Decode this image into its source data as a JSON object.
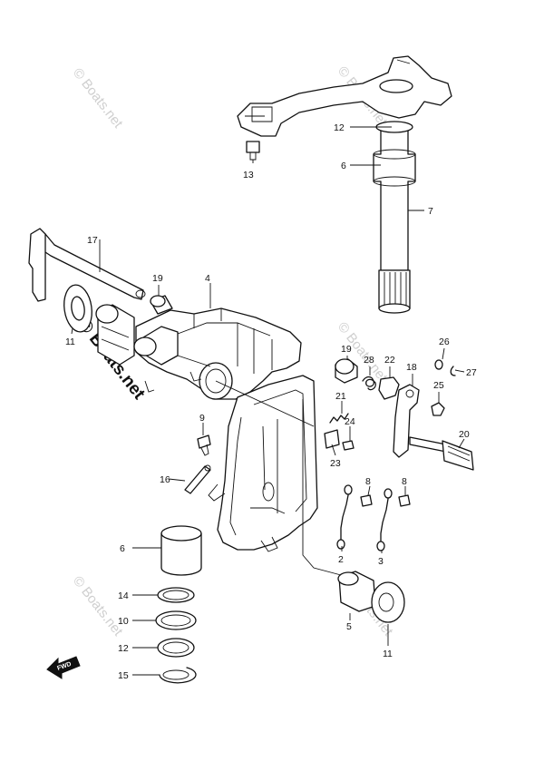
{
  "diagram": {
    "callouts": {
      "c13": "13",
      "c12a": "12",
      "c6a": "6",
      "c7": "7",
      "c17": "17",
      "c19a": "19",
      "c4": "4",
      "c11a": "11",
      "c19b": "19",
      "c28": "28",
      "c22": "22",
      "c18": "18",
      "c26": "26",
      "c27": "27",
      "c25": "25",
      "c21": "21",
      "c24": "24",
      "c23": "23",
      "c20": "20",
      "c9": "9",
      "c16": "16",
      "c8a": "8",
      "c8b": "8",
      "c2": "2",
      "c3": "3",
      "c6b": "6",
      "c14": "14",
      "c10": "10",
      "c12b": "12",
      "c15": "15",
      "c5": "5",
      "c11b": "11"
    },
    "watermark": "© Boats.net",
    "direction_label": "FWD"
  }
}
